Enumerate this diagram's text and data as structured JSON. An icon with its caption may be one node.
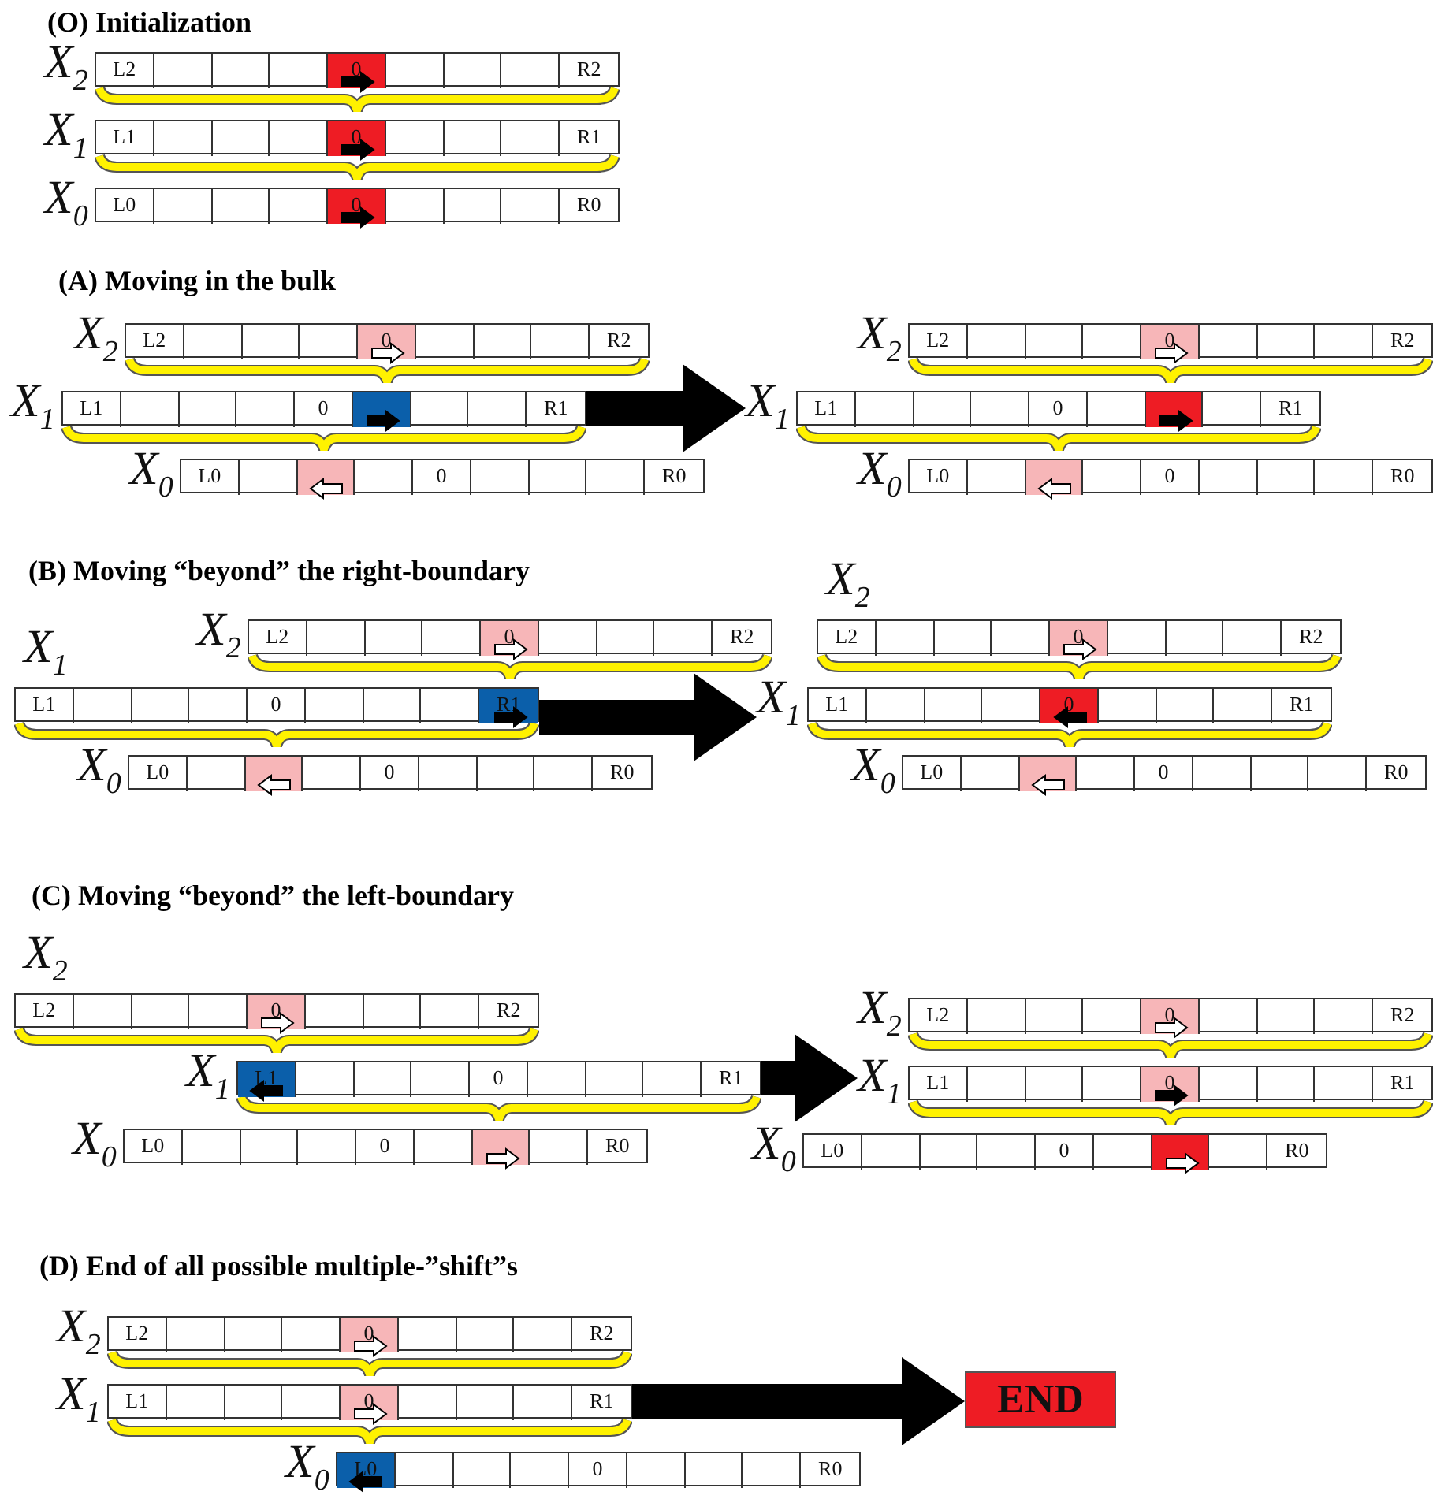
{
  "diagram": {
    "nodes": [
      {
        "text": [
          "L2",
          "0",
          "R2"
        ],
        "beside": [
          "X$_{2}$"
        ]
      },
      {
        "text": [
          "L1",
          "0",
          "R1"
        ],
        "beside": [
          "X$_{1}$"
        ]
      },
      {
        "text": [
          "L0",
          "0",
          "R0"
        ],
        "beside": [
          "X$_{0}$"
        ]
      },
      {
        "text": [
          "L2",
          "0",
          "R2"
        ],
        "beside": [
          "X$_{2}$"
        ]
      },
      {
        "text": [
          "L1",
          "0",
          "R1"
        ],
        "beside": [
          "X$_{1}$"
        ]
      },
      {
        "text": [
          "L0",
          "0",
          "R0"
        ],
        "beside": [
          "X$_{0}$"
        ]
      },
      {
        "text": [
          "L2",
          "0",
          "R2"
        ],
        "beside": [
          "X$_{2}$"
        ]
      },
      {
        "text": [
          "L1",
          "0",
          "R1"
        ],
        "beside": [
          "X$_{1}$"
        ]
      },
      {
        "text": [
          "L0",
          "0",
          "R0"
        ],
        "beside": [
          "X$_{0}$"
        ]
      },
      {
        "text": [
          "L2",
          "0",
          "R2"
        ],
        "beside": [
          "X$_{2}$"
        ]
      },
      {
        "text": [
          "L1",
          "0",
          "R1"
        ],
        "beside": [
          "X$_{1}$"
        ]
      },
      {
        "text": [
          "L0",
          "0",
          "R0"
        ],
        "beside": [
          "X$_{0}$"
        ]
      },
      {
        "text": [
          "L2",
          "0",
          "R2"
        ],
        "beside": [
          "X$_{2}$"
        ]
      },
      {
        "text": [
          "L1",
          "0",
          "R1"
        ],
        "beside": [
          "X$_{1}$"
        ]
      },
      {
        "text": [
          "L0",
          "0",
          "R0"
        ],
        "beside": [
          "X$_{0}$"
        ]
      },
      {
        "text": [
          "L2",
          "0",
          "R2"
        ],
        "beside": [
          "X$_{2}$"
        ]
      },
      {
        "text": [
          "L1",
          "0",
          "R1"
        ],
        "beside": [
          "X$_{1}$"
        ]
      },
      {
        "text": [
          "L0",
          "0",
          "R0"
        ],
        "beside": [
          "X$_{0}$"
        ]
      },
      {
        "text": [
          "L2",
          "0",
          "R2"
        ],
        "beside": [
          "X$_{2}$"
        ]
      },
      {
        "text": [
          "L1",
          "0",
          "R1"
        ],
        "beside": [
          "X$_{1}$"
        ]
      },
      {
        "text": [
          "L0",
          "0",
          "R0"
        ],
        "beside": [
          "X$_{0}$"
        ]
      },
      {
        "text": [
          "L2",
          "0",
          "R2"
        ],
        "beside": [
          "X$_{2}$"
        ]
      },
      {
        "text": [
          "L1",
          "0",
          "R1"
        ],
        "beside": [
          "X$_{1}$"
        ]
      },
      {
        "text": [
          "L0",
          "0",
          "R0"
        ],
        "beside": [
          "X$_{0}$"
        ]
      },
      {
        "text": [
          "END"
        ]
      }
    ],
    "edges": [
      {
        "from": 4,
        "to": 7,
        "arrow": "to"
      },
      {
        "from": 10,
        "to": 13,
        "arrow": "to"
      },
      {
        "from": 16,
        "to": 19,
        "arrow": "to"
      },
      {
        "from": 22,
        "to": 24,
        "arrow": "to"
      }
    ],
    "labels": [
      "(O) Initialization",
      "(A) Moving in the bulk",
      "(B) Moving “beyond” the right-boundary",
      "(C) Moving “beyond” the left-boundary",
      "(D) End of all possible multiple-”shift”s"
    ]
  }
}
